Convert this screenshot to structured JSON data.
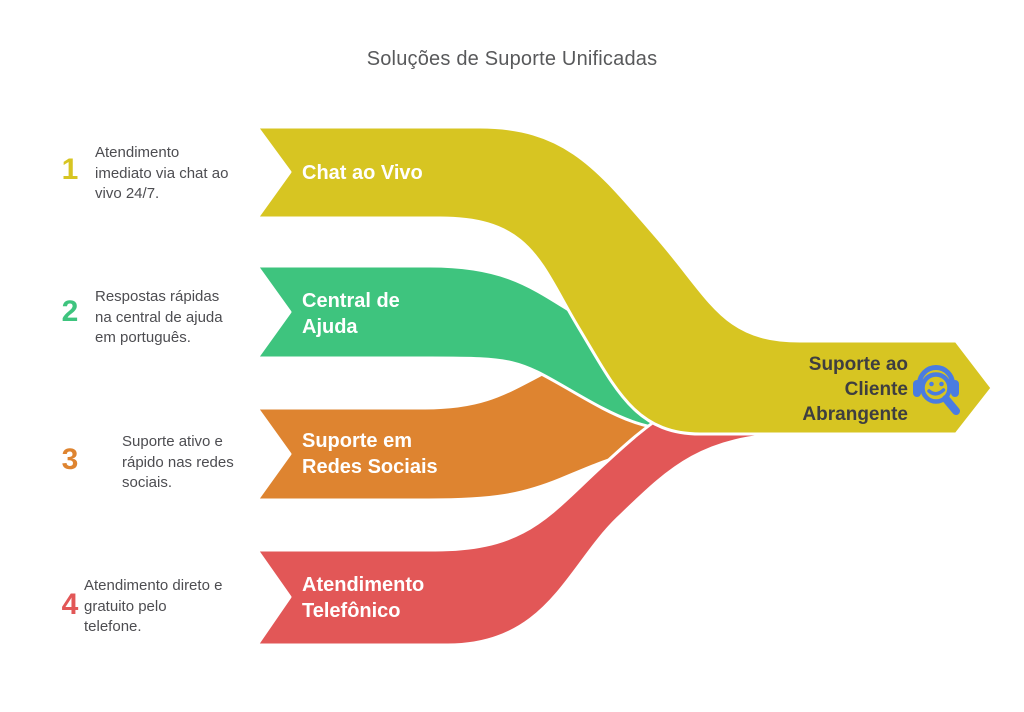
{
  "title": "Soluções de Suporte Unificadas",
  "items": [
    {
      "number": "1",
      "color": "#d7c522",
      "desc_lines": [
        "Atendimento",
        "imediato via chat ao",
        "vivo 24/7."
      ],
      "label_lines": [
        "Chat ao Vivo",
        ""
      ]
    },
    {
      "number": "2",
      "color": "#3ec47e",
      "desc_lines": [
        "Respostas rápidas",
        "na central de ajuda",
        "em português."
      ],
      "label_lines": [
        "Central de",
        "Ajuda"
      ]
    },
    {
      "number": "3",
      "color": "#de8430",
      "desc_lines": [
        "Suporte ativo e",
        "rápido nas redes",
        "sociais."
      ],
      "label_lines": [
        "Suporte em",
        "Redes Sociais"
      ]
    },
    {
      "number": "4",
      "color": "#e25757",
      "desc_lines": [
        "Atendimento direto e",
        "gratuito pelo",
        "telefone."
      ],
      "label_lines": [
        "Atendimento",
        "Telefônico"
      ]
    }
  ],
  "result": {
    "label_lines": [
      "Suporte ao",
      "Cliente",
      "Abrangente"
    ],
    "color": "#d7c522",
    "icon": "headset-smiley-search-icon",
    "icon_color": "#4a7ce1",
    "text_color": "#3e3e40"
  }
}
